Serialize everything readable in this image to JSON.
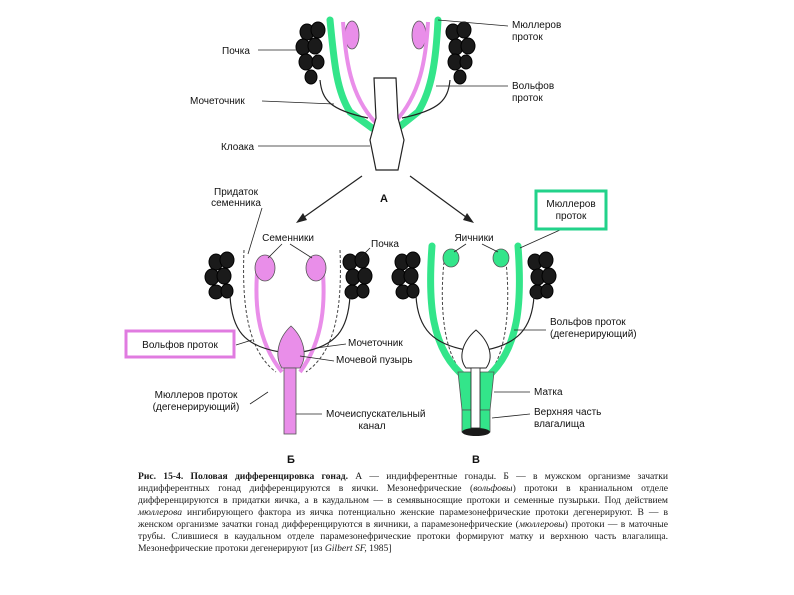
{
  "colors": {
    "pink": "#e98ee9",
    "green": "#33e58a",
    "highlight_pink": "#e07be0",
    "highlight_green": "#22d28a",
    "ink": "#111111"
  },
  "panel_a": {
    "letter": "А",
    "labels": {
      "kidney": "Почка",
      "ureter": "Мочеточник",
      "cloaca": "Клоака",
      "muller_1": "Мюллеров",
      "muller_2": "проток",
      "wolff_1": "Вольфов",
      "wolff_2": "проток"
    }
  },
  "panel_b": {
    "letter": "Б",
    "labels": {
      "epid_1": "Придаток",
      "epid_2": "семенника",
      "testes": "Семенники",
      "kidney": "Почка",
      "ureter": "Мочеточник",
      "bladder": "Мочевой пузырь",
      "muller_1": "Мюллеров проток",
      "muller_2": "(дегенерирующий)",
      "urethra_1": "Мочеиспускательный",
      "urethra_2": "канал",
      "wolff_boxed": "Вольфов проток"
    }
  },
  "panel_c": {
    "letter": "В",
    "labels": {
      "ovaries": "Яичники",
      "muller_boxed_1": "Мюллеров",
      "muller_boxed_2": "проток",
      "wolff_1": "Вольфов проток",
      "wolff_2": "(дегенерирующий)",
      "uterus": "Матка",
      "vagina_1": "Верхняя часть",
      "vagina_2": "влагалища"
    }
  },
  "caption": {
    "fig_label": "Рис. 15-4. Половая дифференцировка гонад.",
    "text_a": " А — индифферентные гонады. ",
    "text_b": "Б — в мужском организме зачатки индифферентных гонад дифференцируются в яички. Мезонефрические (",
    "wolff_italic": "вольфовы",
    "text_c": ") протоки в краниальном отделе дифференцируются в придатки яичка, а в каудальном — в семявыносящие протоки и семенные пузырьки. Под действием ",
    "muller_italic": "мюллерова",
    "text_d": " ингибирующего фактора из яичка потенциально женские парамезонефрические протоки дегенерируют. ",
    "text_e": "В — в женском организме зачатки гонад дифференцируются в яичники, а парамезонефрические (",
    "muller_italic2": "мюллеровы",
    "text_f": ") протоки — в маточные трубы. Слившиеся в каудальном отделе парамезонефрические протоки формируют матку и верхнюю часть влагалища. Мезонефрические протоки дегенерируют [из ",
    "source_italic": "Gilbert SF,",
    "text_g": " 1985]"
  }
}
